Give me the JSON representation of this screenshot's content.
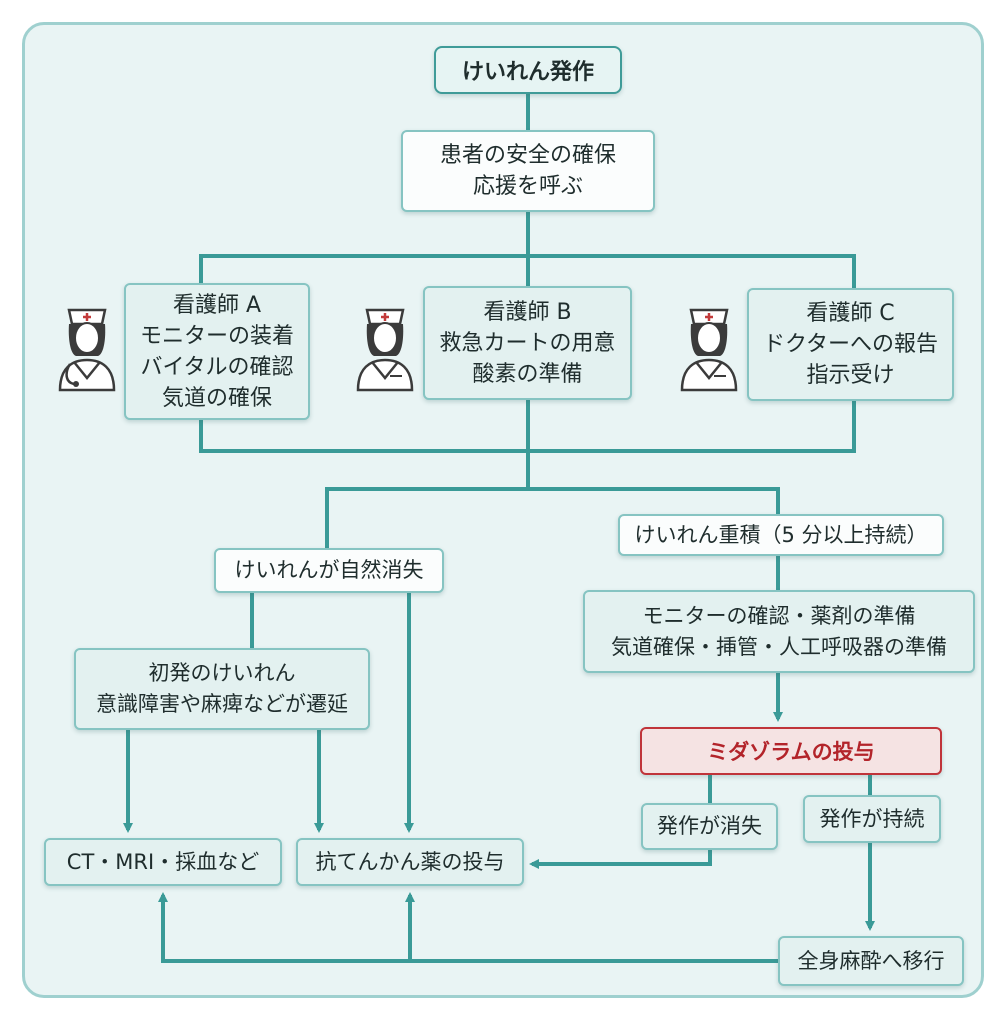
{
  "start": "けいれん発作",
  "safety": {
    "line1": "患者の安全の確保",
    "line2": "応援を呼ぶ"
  },
  "nurse_a": {
    "title": "看護師 A",
    "line1": "モニターの装着",
    "line2": "バイタルの確認",
    "line3": "気道の確保"
  },
  "nurse_b": {
    "title": "看護師 B",
    "line1": "救急カートの用意",
    "line2": "酸素の準備"
  },
  "nurse_c": {
    "title": "看護師 C",
    "line1": "ドクターへの報告",
    "line2": "指示受け"
  },
  "spontaneous": "けいれんが自然消失",
  "cluster": "けいれん重積（5 分以上持続）",
  "first_seizure": {
    "line1": "初発のけいれん",
    "line2": "意識障害や麻痺などが遷延"
  },
  "prep": {
    "line1": "モニターの確認・薬剤の準備",
    "line2": "気道確保・挿管・人工呼吸器の準備"
  },
  "midazolam": "ミダゾラムの投与",
  "resolved": "発作が消失",
  "continued": "発作が持続",
  "ct_mri": "CT・MRI・採血など",
  "antiepileptic": "抗てんかん薬の投与",
  "anesthesia": "全身麻酔へ移行",
  "colors": {
    "line": "#3a9a97",
    "box_border": "#86c4c2",
    "box_fill": "#e3f1f0",
    "frame": "#9fd0cf",
    "highlight": "#c0343a"
  },
  "icons": [
    "nurse-icon",
    "nurse-icon",
    "nurse-icon"
  ]
}
